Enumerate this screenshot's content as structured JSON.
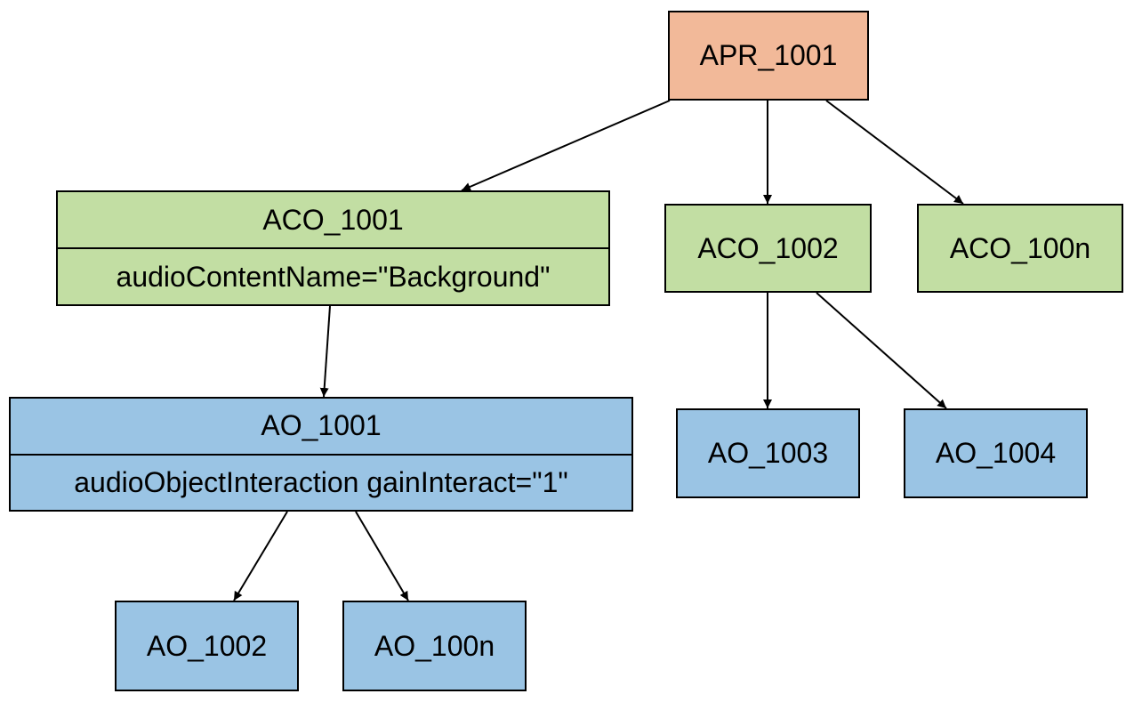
{
  "colors": {
    "apr_fill": "#f2b999",
    "aco_fill": "#c2dea3",
    "ao_fill": "#9ac4e4",
    "stroke": "#000000"
  },
  "nodes": {
    "apr_1001": {
      "id": "APR_1001"
    },
    "aco_1001": {
      "id": "ACO_1001",
      "attribute": "audioContentName=\"Background\""
    },
    "aco_1002": {
      "id": "ACO_1002"
    },
    "aco_100n": {
      "id": "ACO_100n"
    },
    "ao_1001": {
      "id": "AO_1001",
      "attribute": "audioObjectInteraction gainInteract=\"1\""
    },
    "ao_1002": {
      "id": "AO_1002"
    },
    "ao_100n": {
      "id": "AO_100n"
    },
    "ao_1003": {
      "id": "AO_1003"
    },
    "ao_1004": {
      "id": "AO_1004"
    }
  },
  "edges": [
    {
      "from": "APR_1001",
      "to": "ACO_1001"
    },
    {
      "from": "APR_1001",
      "to": "ACO_1002"
    },
    {
      "from": "APR_1001",
      "to": "ACO_100n"
    },
    {
      "from": "ACO_1001",
      "to": "AO_1001"
    },
    {
      "from": "ACO_1002",
      "to": "AO_1003"
    },
    {
      "from": "ACO_1002",
      "to": "AO_1004"
    },
    {
      "from": "AO_1001",
      "to": "AO_1002"
    },
    {
      "from": "AO_1001",
      "to": "AO_100n"
    }
  ]
}
